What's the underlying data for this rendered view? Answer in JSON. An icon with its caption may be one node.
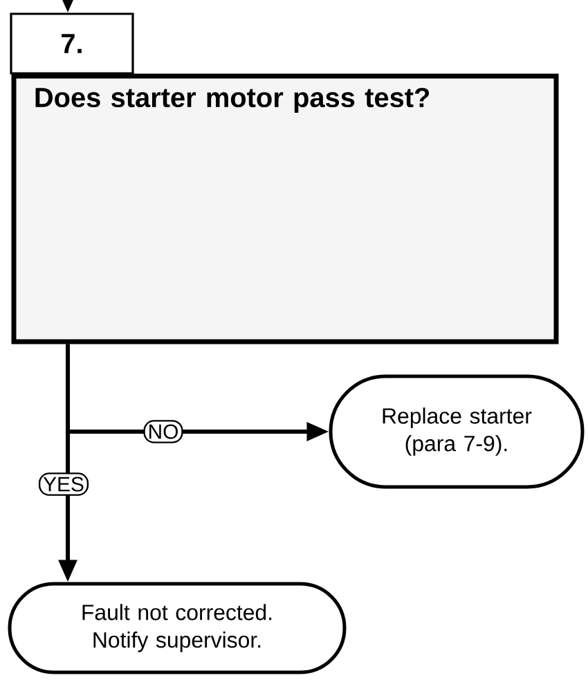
{
  "diagram": {
    "nodes": [
      {
        "text": [
          "7."
        ]
      },
      {
        "text": [
          "Does starter motor pass test?"
        ]
      },
      {
        "text": [
          "Replace starter (para 7-9)."
        ]
      },
      {
        "text": [
          "Fault not corrected. Notify supervisor."
        ]
      }
    ],
    "edges": [
      {
        "from": null,
        "to": 0,
        "arrow": "to"
      },
      {
        "from": 1,
        "to": 2,
        "arrow": "to",
        "label": "NO"
      },
      {
        "from": 1,
        "to": 3,
        "arrow": "to",
        "label": "YES"
      }
    ]
  }
}
